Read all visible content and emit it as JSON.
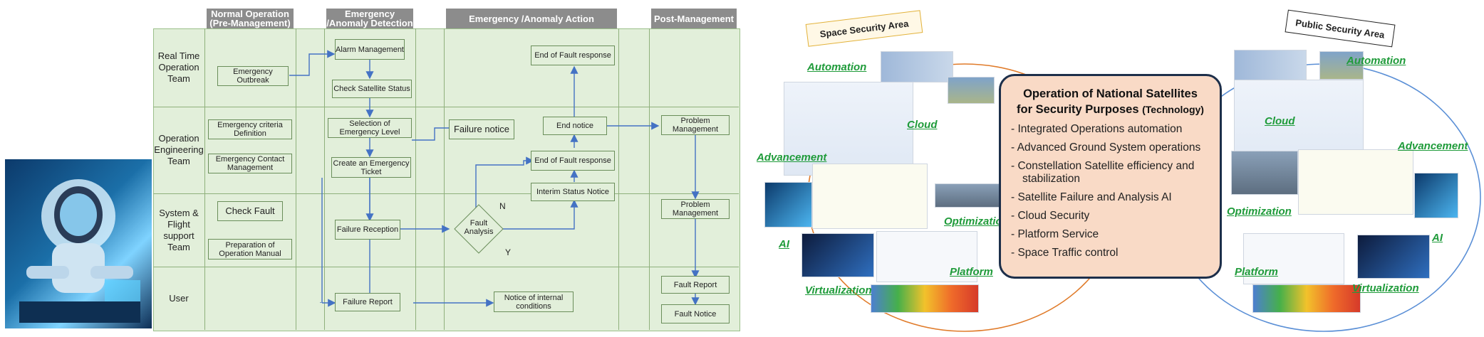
{
  "swimlane": {
    "columns": [
      "Normal Operation (Pre-Management)",
      "Emergency /Anomaly Detection",
      "Emergency /Anomaly Action",
      "Post-Management"
    ],
    "lanes": [
      "Real Time Operation Team",
      "Operation Engineering Team",
      "System & Flight support Team",
      "User"
    ],
    "boxes": {
      "emergency_outbreak": "Emergency Outbreak",
      "alarm_management": "Alarm Management",
      "check_satellite_status": "Check Satellite Status",
      "end_of_fault_response_top": "End of Fault response",
      "emergency_criteria": "Emergency criteria Definition",
      "emergency_contact": "Emergency Contact Management",
      "selection_emergency_level": "Selection of Emergency Level",
      "failure_notice": "Failure notice",
      "end_notice": "End notice",
      "problem_management_1": "Problem Management",
      "create_ticket": "Create an Emergency Ticket",
      "end_of_fault_response_mid": "End of Fault response",
      "interim_status_notice": "Interim Status Notice",
      "check_fault": "Check Fault",
      "prep_manual": "Preparation of Operation Manual",
      "failure_reception": "Failure Reception",
      "fault_analysis": "Fault Analysis",
      "problem_management_2": "Problem Management",
      "failure_report": "Failure Report",
      "notice_internal": "Notice of internal conditions",
      "fault_report": "Fault Report",
      "fault_notice": "Fault Notice"
    },
    "branch_labels": {
      "no": "N",
      "yes": "Y"
    }
  },
  "right_panel": {
    "left_tag": "Space Security Area",
    "right_tag": "Public Security Area",
    "left_keywords": [
      "Automation",
      "Cloud",
      "Advancement",
      "Optimization",
      "AI",
      "Virtualization",
      "Platform"
    ],
    "right_keywords": [
      "Automation",
      "Cloud",
      "Advancement",
      "Optimization",
      "AI",
      "Platform",
      "Virtualization"
    ],
    "center": {
      "title_line1": "Operation of National Satellites",
      "title_line2": "for Security Purposes",
      "title_suffix": "(Technology)",
      "items": [
        "Integrated Operations automation",
        "Advanced Ground System operations",
        "Constellation Satellite efficiency and stabilization",
        "Satellite Failure and Analysis AI",
        "Cloud Security",
        "Platform Service",
        "Space Traffic control"
      ]
    },
    "colors": {
      "keyword": "#1f9b3a",
      "left_ellipse": "#e07b2a",
      "right_ellipse": "#5a8fd6",
      "card_fill": "#f9dac6"
    }
  }
}
